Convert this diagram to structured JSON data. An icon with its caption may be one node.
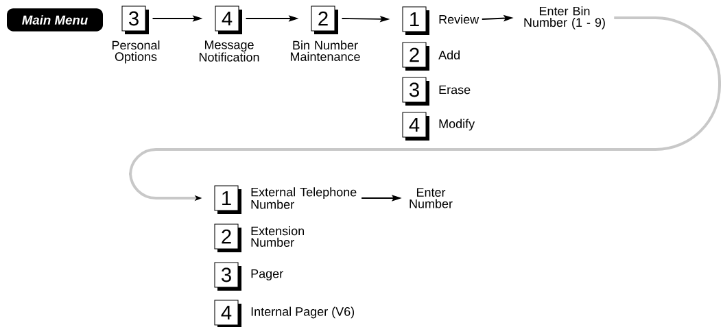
{
  "diagram": {
    "nodes": [
      {
        "text": [
          "Main Menu"
        ]
      },
      {
        "text": [
          "3"
        ],
        "beside": [
          "Personal Options"
        ]
      },
      {
        "text": [
          "4"
        ],
        "beside": [
          "Message Notification"
        ]
      },
      {
        "text": [
          "2"
        ],
        "beside": [
          "Bin Number Maintenance"
        ]
      },
      {
        "text": [
          "1"
        ],
        "beside": [
          "Review"
        ]
      },
      {
        "text": [
          "2"
        ],
        "beside": [
          "Add"
        ]
      },
      {
        "text": [
          "3"
        ],
        "beside": [
          "Erase"
        ]
      },
      {
        "text": [
          "4"
        ],
        "beside": [
          "Modify"
        ]
      },
      {
        "text": [
          "Enter Bin Number (1 - 9)"
        ]
      },
      {
        "text": [
          "1"
        ],
        "beside": [
          "External Telephone Number"
        ]
      },
      {
        "text": [
          "2"
        ],
        "beside": [
          "Extension Number"
        ]
      },
      {
        "text": [
          "3"
        ],
        "beside": [
          "Pager"
        ]
      },
      {
        "text": [
          "4"
        ],
        "beside": [
          "Internal Pager (V6)"
        ]
      },
      {
        "text": [
          "Enter Number"
        ]
      }
    ],
    "edges": [
      {
        "from": 1,
        "to": 2,
        "arrow": "to"
      },
      {
        "from": 2,
        "to": 3,
        "arrow": "to"
      },
      {
        "from": 3,
        "to": 4,
        "arrow": "to"
      },
      {
        "from": 4,
        "to": 8,
        "arrow": "to"
      },
      {
        "from": 8,
        "to": 9,
        "arrow": "to",
        "style": "thick",
        "color": "#c8c8c8"
      },
      {
        "from": 9,
        "to": 13,
        "arrow": "to"
      }
    ]
  }
}
